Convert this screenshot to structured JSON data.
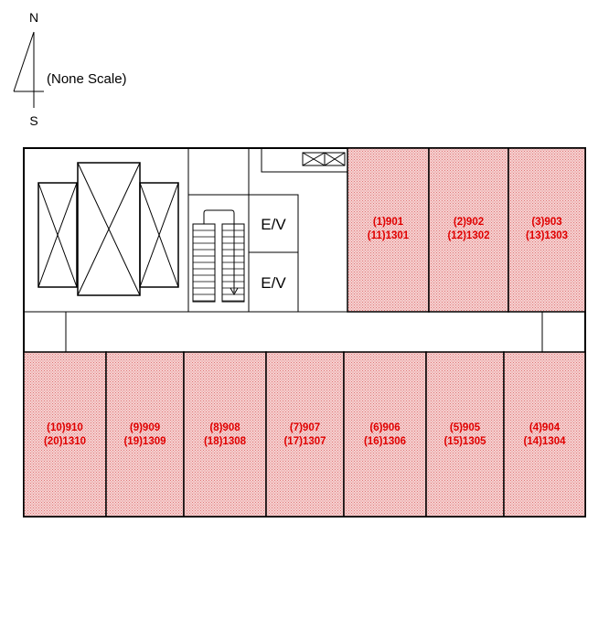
{
  "compass": {
    "north": "N",
    "south": "S",
    "scale_note": "(None Scale)"
  },
  "elevators": [
    {
      "label": "E/V"
    },
    {
      "label": "E/V"
    }
  ],
  "rooms_top": [
    {
      "line1": "(1)901",
      "line2": "(11)1301"
    },
    {
      "line1": "(2)902",
      "line2": "(12)1302"
    },
    {
      "line1": "(3)903",
      "line2": "(13)1303"
    }
  ],
  "rooms_bottom": [
    {
      "line1": "(10)910",
      "line2": "(20)1310"
    },
    {
      "line1": "(9)909",
      "line2": "(19)1309"
    },
    {
      "line1": "(8)908",
      "line2": "(18)1308"
    },
    {
      "line1": "(7)907",
      "line2": "(17)1307"
    },
    {
      "line1": "(6)906",
      "line2": "(16)1306"
    },
    {
      "line1": "(5)905",
      "line2": "(15)1305"
    },
    {
      "line1": "(4)904",
      "line2": "(14)1304"
    }
  ],
  "colors": {
    "room_fill": "#f2b8b8",
    "room_label": "#e00000",
    "wall": "#000000"
  }
}
